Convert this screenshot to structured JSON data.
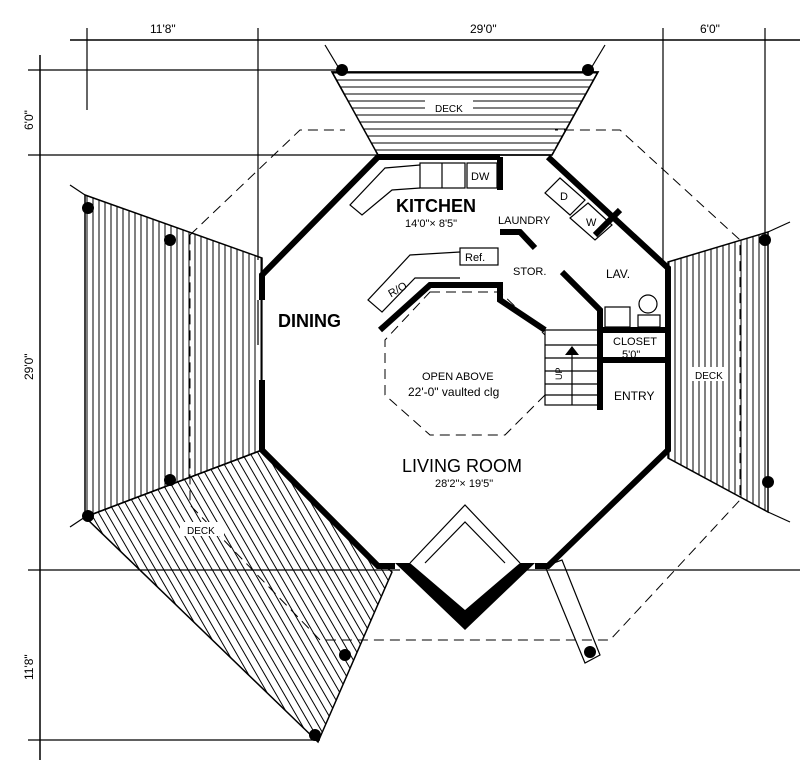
{
  "dimensions": {
    "top": [
      "11'8\"",
      "29'0\"",
      "6'0\""
    ],
    "left": [
      "6'0\"",
      "29'0\"",
      "11'8\""
    ]
  },
  "rooms": {
    "kitchen": {
      "label": "KITCHEN",
      "size": "14'0\"× 8'5\""
    },
    "dining": {
      "label": "DINING"
    },
    "living": {
      "label": "LIVING ROOM",
      "size": "28'2\"× 19'5\""
    },
    "laundry": {
      "label": "LAUNDRY"
    },
    "storage": {
      "label": "STOR."
    },
    "lav": {
      "label": "LAV."
    },
    "closet": {
      "label": "CLOSET",
      "size": "5'0\""
    },
    "entry": {
      "label": "ENTRY"
    },
    "open_above": {
      "label": "OPEN ABOVE",
      "note": "22'-0\" vaulted clg"
    }
  },
  "fixtures": {
    "dishwasher": "DW",
    "dryer": "D",
    "washer": "W",
    "refrigerator": "Ref.",
    "range_oven": "R/O",
    "stairs": "UP"
  },
  "decks": {
    "top": "DECK",
    "right": "DECK",
    "bottom_left": "DECK"
  }
}
